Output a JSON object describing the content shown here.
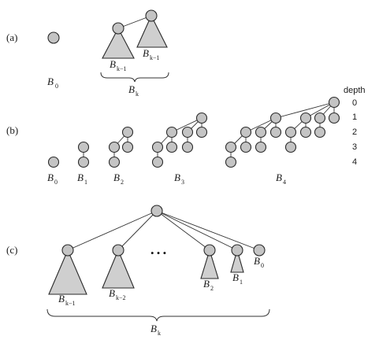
{
  "part_labels": {
    "a": "(a)",
    "b": "(b)",
    "c": "(c)"
  },
  "tree_symbol": "B",
  "subscripts": {
    "zero": "0",
    "one": "1",
    "two": "2",
    "three": "3",
    "four": "4",
    "k": "k",
    "k_minus_1": "k−1",
    "k_minus_2": "k−2"
  },
  "depth": {
    "title": "depth",
    "levels": [
      "0",
      "1",
      "2",
      "3",
      "4"
    ]
  },
  "ellipsis": "• • •"
}
